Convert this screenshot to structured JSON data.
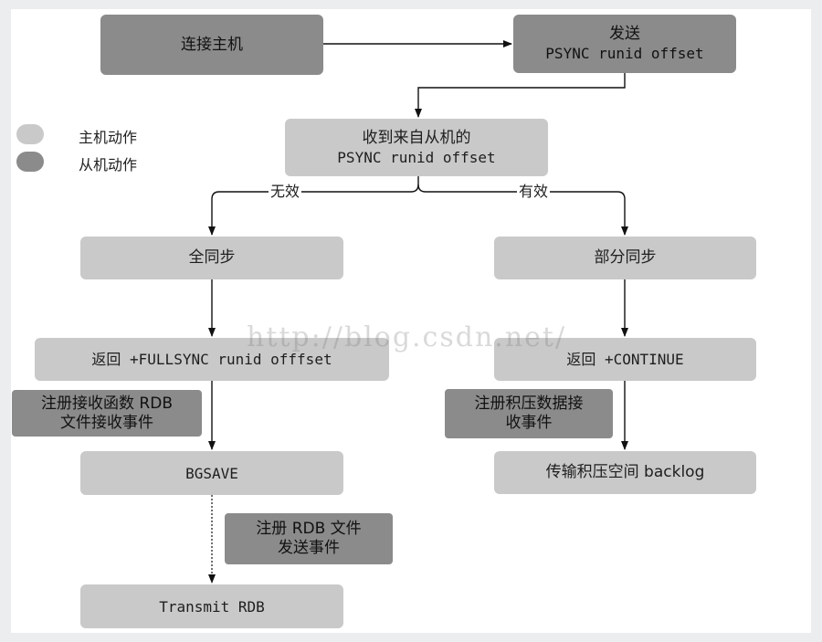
{
  "legend": {
    "master": {
      "label": "主机动作",
      "color": "#c9c9c9"
    },
    "slave": {
      "label": "从机动作",
      "color": "#8b8b8b"
    }
  },
  "nodes": {
    "connect_master": "连接主机",
    "send_psync": {
      "line1": "发送",
      "line2": "PSYNC runid offset"
    },
    "receive_psync": {
      "line1": "收到来自从机的",
      "line2": "PSYNC runid offset"
    },
    "full_sync": "全同步",
    "partial_sync": "部分同步",
    "return_fullsync": "返回 +FULLSYNC runid offfset",
    "return_continue": "返回 +CONTINUE",
    "register_rdb_receive": {
      "line1": "注册接收函数 RDB",
      "line2": "文件接收事件"
    },
    "register_backlog_receive": {
      "line1": "注册积压数据接",
      "line2": "收事件"
    },
    "bgsave": "BGSAVE",
    "transfer_backlog": "传输积压空间 backlog",
    "register_rdb_send": {
      "line1": "注册 RDB 文件",
      "line2": "发送事件"
    },
    "transmit_rdb": "Transmit RDB"
  },
  "edges": {
    "invalid_label": "无效",
    "valid_label": "有效"
  },
  "watermark": "http://blog.csdn.net/"
}
